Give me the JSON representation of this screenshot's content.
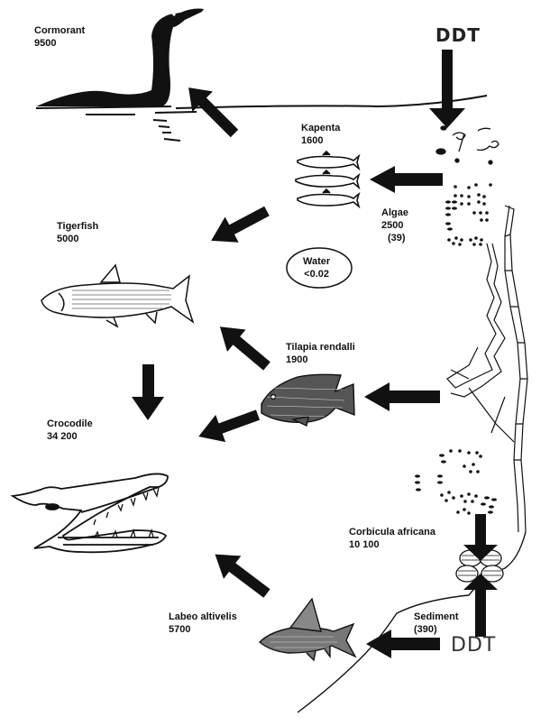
{
  "title": "DDT concentrations in the Lake Kariba food web",
  "sources": {
    "top": "DDT",
    "bottom": "DDT"
  },
  "organisms": {
    "cormorant": {
      "name": "Cormorant",
      "value": "9500"
    },
    "kapenta": {
      "name": "Kapenta",
      "value": "1600"
    },
    "algae": {
      "name": "Algae",
      "value": "2500",
      "note": "(39)"
    },
    "tigerfish": {
      "name": "Tigerfish",
      "value": "5000"
    },
    "water": {
      "name": "Water",
      "value": "<0.02"
    },
    "tilapia": {
      "name": "Tilapia rendalli",
      "value": "1900"
    },
    "crocodile": {
      "name": "Crocodile",
      "value": "34 200"
    },
    "corbicula": {
      "name": "Corbicula africana",
      "value": "10 100"
    },
    "labeo": {
      "name": "Labeo altivelis",
      "value": "5700"
    },
    "sediment": {
      "name": "Sediment",
      "value": "(390)"
    }
  },
  "flows": [
    {
      "from": "DDT (top)",
      "to": "Water surface / Algae"
    },
    {
      "from": "Algae",
      "to": "Kapenta"
    },
    {
      "from": "Kapenta",
      "to": "Cormorant"
    },
    {
      "from": "Kapenta",
      "to": "Tigerfish"
    },
    {
      "from": "Aquatic plants",
      "to": "Tilapia rendalli"
    },
    {
      "from": "Tilapia rendalli",
      "to": "Tigerfish"
    },
    {
      "from": "Tilapia rendalli",
      "to": "Crocodile"
    },
    {
      "from": "Tigerfish",
      "to": "Crocodile"
    },
    {
      "from": "Labeo altivelis",
      "to": "Crocodile"
    },
    {
      "from": "Sediment",
      "to": "Labeo altivelis"
    },
    {
      "from": "Algae",
      "to": "Corbicula africana"
    },
    {
      "from": "DDT (bottom)",
      "to": "Corbicula africana"
    }
  ]
}
